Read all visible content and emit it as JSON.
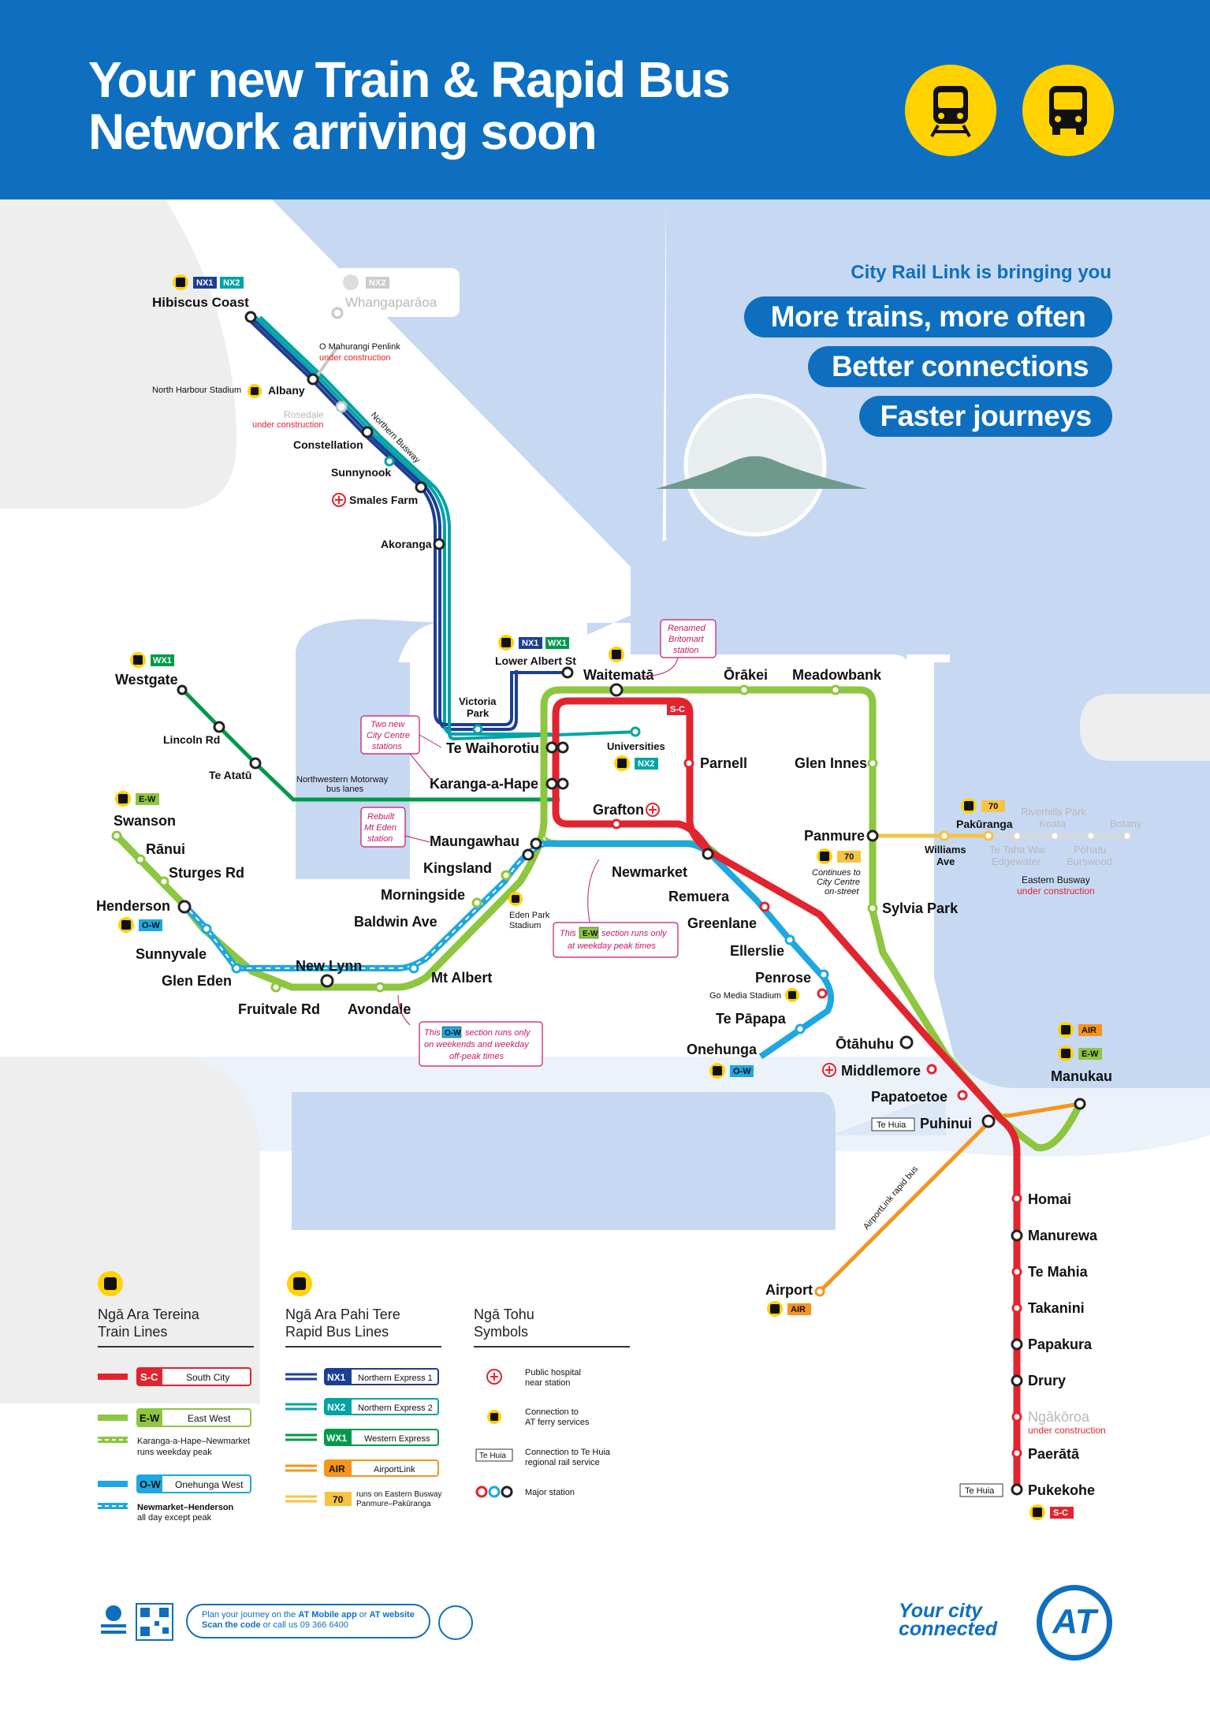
{
  "header": {
    "title_line1": "Your new Train & Rapid Bus",
    "title_line2": "Network arriving soon"
  },
  "crl": {
    "heading": "City Rail Link is bringing you",
    "pills": [
      "More trains, more often",
      "Better connections",
      "Faster journeys"
    ]
  },
  "colors": {
    "south_city": "#e1242e",
    "east_west": "#8dc63f",
    "onehunga_west": "#1ea7e1",
    "nx1": "#1c3f94",
    "nx2": "#00a4a6",
    "wx1": "#009a49",
    "air": "#f7941d",
    "route70": "#f6c342",
    "brand_blue": "#0e6fc0",
    "water": "#c7d9f2"
  },
  "badges": {
    "nx1": "NX1",
    "nx2": "NX2",
    "wx1": "WX1",
    "ew": "E-W",
    "ow": "O-W",
    "sc": "S-C",
    "air": "AIR",
    "r70": "70",
    "te_huia": "Te Huia"
  },
  "stations": {
    "hibiscus_coast": "Hibiscus Coast",
    "whangaparaoa": "Whangaparāoa",
    "o_mahurangi": "O Mahurangi Penlink",
    "under_construction": "under construction",
    "north_harbour": "North Harbour Stadium",
    "albany": "Albany",
    "rosedale": "Rosedale",
    "northern_busway": "Northern Busway",
    "constellation": "Constellation",
    "sunnynook": "Sunnynook",
    "smales_farm": "Smales Farm",
    "akoranga": "Akoranga",
    "westgate": "Westgate",
    "lincoln_rd": "Lincoln Rd",
    "te_atatu": "Te Atatū",
    "nw_motorway": "Northwestern Motorway",
    "bus_lanes": "bus lanes",
    "lower_albert": "Lower Albert St",
    "victoria_park_1": "Victoria",
    "victoria_park_2": "Park",
    "waitemata": "Waitematā",
    "orakei": "Ōrākei",
    "meadowbank": "Meadowbank",
    "te_waihorotiu": "Te Waihorotiu",
    "universities": "Universities",
    "parnell": "Parnell",
    "glen_innes": "Glen Innes",
    "karangahape": "Karanga-a-Hape",
    "grafton": "Grafton",
    "maungawhau": "Maungawhau",
    "kingsland": "Kingsland",
    "morningside": "Morningside",
    "baldwin_ave": "Baldwin Ave",
    "eden_park_1": "Eden Park",
    "eden_park_2": "Stadium",
    "newmarket": "Newmarket",
    "remuera": "Remuera",
    "greenlane": "Greenlane",
    "ellerslie": "Ellerslie",
    "penrose": "Penrose",
    "go_media": "Go Media Stadium",
    "te_papapa": "Te Pāpapa",
    "onehunga": "Onehunga",
    "swanson": "Swanson",
    "ranui": "Rānui",
    "sturges_rd": "Sturges Rd",
    "henderson": "Henderson",
    "sunnyvale": "Sunnyvale",
    "glen_eden": "Glen Eden",
    "fruitvale_rd": "Fruitvale Rd",
    "new_lynn": "New Lynn",
    "avondale": "Avondale",
    "mt_albert": "Mt Albert",
    "panmure": "Panmure",
    "continues_1": "Continues to",
    "continues_2": "City Centre",
    "continues_3": "on-street",
    "sylvia_park": "Sylvia Park",
    "pakuranga": "Pakūranga",
    "williams_1": "Williams",
    "williams_2": "Ave",
    "riverhills_1": "Riverhills Park",
    "riverhills_2": "Koata",
    "botany": "Botany",
    "te_taha_1": "Te Taha Wai",
    "te_taha_2": "Edgewater",
    "pohatu_1": "Pōhatu",
    "pohatu_2": "Burswood",
    "eastern_busway": "Eastern Busway",
    "otahuhu": "Ōtāhuhu",
    "middlemore": "Middlemore",
    "papatoetoe": "Papatoetoe",
    "puhinui": "Puhinui",
    "manukau": "Manukau",
    "airportlink_bus": "AirportLink rapid bus",
    "airport": "Airport",
    "homai": "Homai",
    "manurewa": "Manurewa",
    "te_mahia": "Te Mahia",
    "takanini": "Takanini",
    "papakura": "Papakura",
    "drury": "Drury",
    "ngakoroa": "Ngākōroa",
    "paerata": "Paerātā",
    "pukekohe": "Pukekohe"
  },
  "callouts": {
    "two_new_1": "Two new",
    "two_new_2": "City Centre",
    "two_new_3": "stations",
    "renamed_1": "Renamed",
    "renamed_2": "Britomart",
    "renamed_3": "station",
    "rebuilt_1": "Rebuilt",
    "rebuilt_2": "Mt Eden",
    "rebuilt_3": "station",
    "this": "This",
    "ew_peak_1": "section runs only",
    "ew_peak_2": "at weekday peak times",
    "ow_offpeak_1": "section runs only",
    "ow_offpeak_2": "on weekends and weekday",
    "ow_offpeak_3": "off-peak times"
  },
  "legend": {
    "train": {
      "title_mi": "Ngā Ara Tereina",
      "title_en": "Train Lines",
      "items": [
        {
          "code": "S-C",
          "name": "South City"
        },
        {
          "code": "E-W",
          "name": "East West"
        },
        {
          "code": "O-W",
          "name": "Onehunga West"
        }
      ],
      "ew_note_1": "Karanga-a-Hape–Newmarket",
      "ew_note_2": "runs weekday peak",
      "ow_note_1": "Newmarket–Henderson",
      "ow_note_2": "all day except peak"
    },
    "bus": {
      "title_mi": "Ngā Ara Pahi Tere",
      "title_en": "Rapid Bus Lines",
      "items": [
        {
          "code": "NX1",
          "name": "Northern Express 1"
        },
        {
          "code": "NX2",
          "name": "Northern Express 2"
        },
        {
          "code": "WX1",
          "name": "Western Express"
        },
        {
          "code": "AIR",
          "name": "AirportLink"
        }
      ],
      "r70_note_1": "runs on Eastern Busway",
      "r70_note_2": "Panmure–Pakūranga"
    },
    "symbols": {
      "title_mi": "Ngā Tohu",
      "title_en": "Symbols",
      "hospital_1": "Public hospital",
      "hospital_2": "near station",
      "ferry_1": "Connection to",
      "ferry_2": "AT ferry services",
      "tehuia_1": "Connection to Te Huia",
      "tehuia_2": "regional rail service",
      "major": "Major station"
    }
  },
  "footer": {
    "plan_a": "Plan your journey on the ",
    "plan_app": "AT Mobile app",
    "plan_or": " or ",
    "plan_web": "AT website",
    "plan_scan": "Scan the code",
    "plan_call": " or call us 09 366 6400",
    "tagline_1": "Your city",
    "tagline_2": "connected",
    "logo": "AT"
  }
}
